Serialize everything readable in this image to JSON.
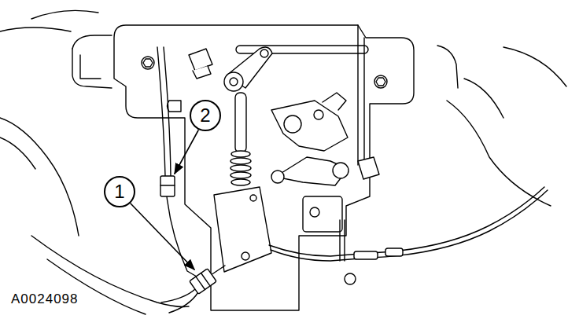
{
  "diagram": {
    "nodes": [
      {
        "text": [
          "2"
        ]
      },
      {
        "text": [
          "1"
        ]
      }
    ],
    "labels": [
      "A0024098"
    ]
  }
}
